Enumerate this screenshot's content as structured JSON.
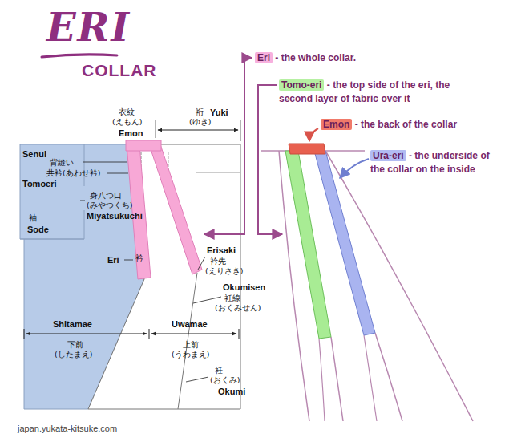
{
  "diagram": {
    "title": "ERI",
    "nodes": [
      {
        "text": [
          "Eri",
          "- the whole collar."
        ]
      },
      {
        "text": [
          "Tomo-eri",
          "- the top side of the eri, the second layer of fabric over it"
        ]
      },
      {
        "text": [
          "Emon",
          "- the back of the collar"
        ]
      },
      {
        "text": [
          "Ura-eri",
          "- the underside of the collar on the inside"
        ]
      }
    ],
    "labels": [
      "COLLAR",
      "衣紋",
      "(えもん)",
      "Emon",
      "裄",
      "(ゆき)",
      "Yuki",
      "Senui",
      "背縫い",
      "共衿(あわせ衿)",
      "Tomoeri",
      "身八つ口",
      "(みやつくち)",
      "Miyatsukuchi",
      "袖",
      "Sode",
      "衿",
      "Eri",
      "Erisaki",
      "衿先",
      "(えりさき)",
      "Okumisen",
      "衽線",
      "(おくみせん)",
      "Shitamae",
      "下前",
      "(したまえ)",
      "Uwamae",
      "上前",
      "(うわまえ)",
      "衽",
      "(おくみ)",
      "Okumi",
      "japan.yukata-kitsuke.com"
    ]
  }
}
